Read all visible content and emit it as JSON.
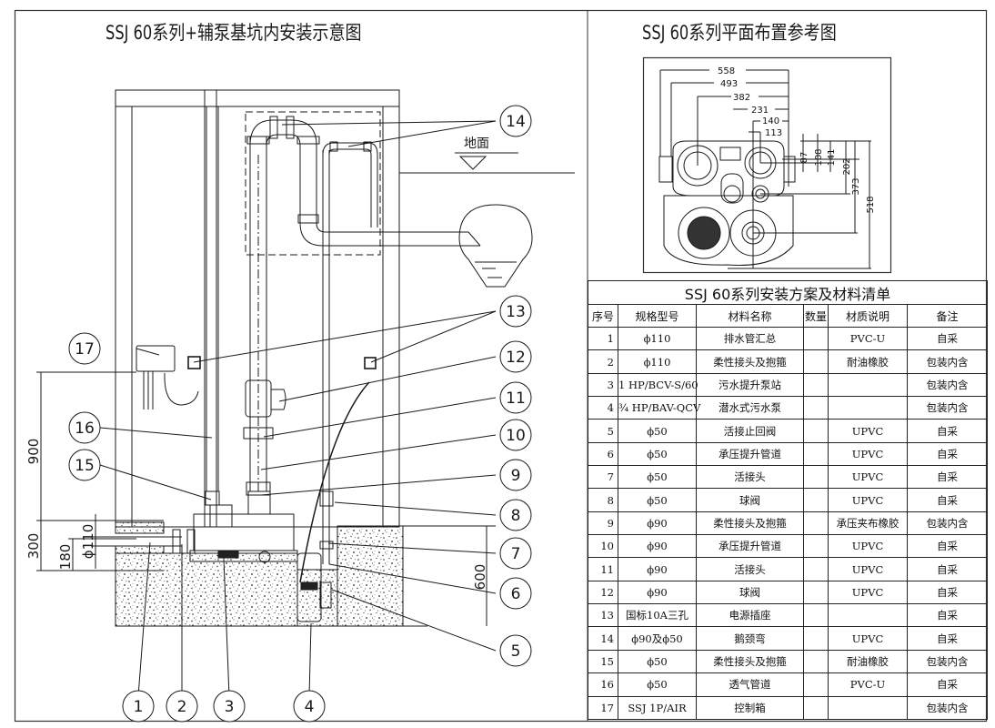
{
  "titles": {
    "left_title": "SSJ 60系列+辅泵基坑内安装示意图",
    "right_title": "SSJ  60系列平面布置参考图",
    "table_title": "SSJ    60系列安装方案及材料清单"
  },
  "elevation": {
    "ground_label": "地面",
    "dimensions": {
      "d900": "900",
      "d300": "300",
      "d180": "180",
      "d110": "ϕ110",
      "d600": "600"
    },
    "callouts": [
      "1",
      "2",
      "3",
      "4",
      "5",
      "6",
      "7",
      "8",
      "9",
      "10",
      "11",
      "12",
      "13",
      "14",
      "15",
      "16",
      "17"
    ]
  },
  "plan": {
    "dimensions": {
      "w558": "558",
      "w493": "493",
      "w382": "382",
      "w231": "231",
      "w140": "140",
      "w113": "113",
      "h87": "87",
      "h108": "108",
      "h141": "141",
      "h202": "202",
      "h373": "373",
      "h518": "518"
    }
  },
  "bom": {
    "headers": [
      "序号",
      "规格型号",
      "材料名称",
      "数量",
      "材质说明",
      "备注"
    ],
    "rows": [
      {
        "no": "1",
        "spec": "ϕ110",
        "name": "排水管汇总",
        "qty": "",
        "material": "PVC-U",
        "note": "自采"
      },
      {
        "no": "2",
        "spec": "ϕ110",
        "name": "柔性接头及抱箍",
        "qty": "",
        "material": "耐油橡胶",
        "note": "包装内含"
      },
      {
        "no": "3",
        "spec": "1 HP/BCV-S/60",
        "name": "污水提升泵站",
        "qty": "",
        "material": "",
        "note": "包装内含"
      },
      {
        "no": "4",
        "spec": "¾ HP/BAV-QCV",
        "name": "潜水式污水泵",
        "qty": "",
        "material": "",
        "note": "包装内含"
      },
      {
        "no": "5",
        "spec": "ϕ50",
        "name": "活接止回阀",
        "qty": "",
        "material": "UPVC",
        "note": "自采"
      },
      {
        "no": "6",
        "spec": "ϕ50",
        "name": "承压提升管道",
        "qty": "",
        "material": "UPVC",
        "note": "自采"
      },
      {
        "no": "7",
        "spec": "ϕ50",
        "name": "活接头",
        "qty": "",
        "material": "UPVC",
        "note": "自采"
      },
      {
        "no": "8",
        "spec": "ϕ50",
        "name": "球阀",
        "qty": "",
        "material": "UPVC",
        "note": "自采"
      },
      {
        "no": "9",
        "spec": "ϕ90",
        "name": "柔性接头及抱箍",
        "qty": "",
        "material": "承压夹布橡胶",
        "note": "包装内含"
      },
      {
        "no": "10",
        "spec": "ϕ90",
        "name": "承压提升管道",
        "qty": "",
        "material": "UPVC",
        "note": "自采"
      },
      {
        "no": "11",
        "spec": "ϕ90",
        "name": "活接头",
        "qty": "",
        "material": "UPVC",
        "note": "自采"
      },
      {
        "no": "12",
        "spec": "ϕ90",
        "name": "球阀",
        "qty": "",
        "material": "UPVC",
        "note": "自采"
      },
      {
        "no": "13",
        "spec": "国标10A三孔",
        "name": "电源插座",
        "qty": "",
        "material": "",
        "note": "自采"
      },
      {
        "no": "14",
        "spec": "ϕ90及ϕ50",
        "name": "鹅颈弯",
        "qty": "",
        "material": "UPVC",
        "note": "自采"
      },
      {
        "no": "15",
        "spec": "ϕ50",
        "name": "柔性接头及抱箍",
        "qty": "",
        "material": "耐油橡胶",
        "note": "包装内含"
      },
      {
        "no": "16",
        "spec": "ϕ50",
        "name": "透气管道",
        "qty": "",
        "material": "PVC-U",
        "note": "自采"
      },
      {
        "no": "17",
        "spec": "SSJ 1P/AIR",
        "name": "控制箱",
        "qty": "",
        "material": "",
        "note": "包装内含"
      }
    ]
  }
}
